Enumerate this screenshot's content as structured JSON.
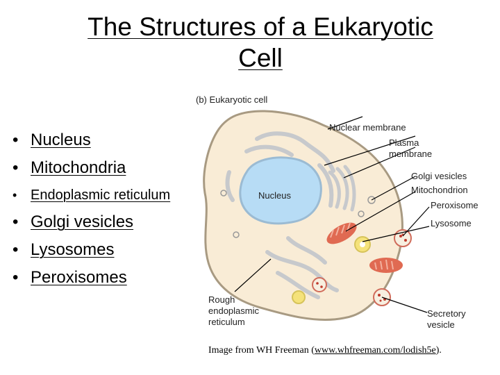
{
  "title": {
    "line1": "The Structures of a Eukaryotic",
    "line2": "Cell"
  },
  "bullets": [
    {
      "text": "Nucleus"
    },
    {
      "text": "Mitochondria"
    },
    {
      "text": "Endoplasmic reticulum"
    },
    {
      "text": "Golgi vesicles"
    },
    {
      "text": "Lysosomes"
    },
    {
      "text": "Peroxisomes"
    }
  ],
  "figure": {
    "caption": "(b)  Eukaryotic cell",
    "labels": {
      "nucleus": "Nucleus",
      "nuclear_membrane": "Nuclear membrane",
      "plasma_membrane_1": "Plasma",
      "plasma_membrane_2": "membrane",
      "golgi_vesicles": "Golgi vesicles",
      "mitochondrion": "Mitochondrion",
      "peroxisome": "Peroxisome",
      "lysosome": "Lysosome",
      "rough_er_1": "Rough",
      "rough_er_2": "endoplasmic",
      "rough_er_3": "reticulum",
      "secretory_1": "Secretory",
      "secretory_2": "vesicle"
    },
    "colors": {
      "cytoplasm": "#f9ecd6",
      "cell_outline": "#a89a82",
      "nucleus": "#b7dcf5",
      "er": "#c7c9cc",
      "mitochondrion": "#e06a52",
      "vesicle": "#f5e27a",
      "dot": "#c0392b",
      "leader": "#000000"
    }
  },
  "credit": {
    "prefix": "Image from WH Freeman (",
    "link": "www.whfreeman.com/lodish5e",
    "suffix": ")."
  }
}
